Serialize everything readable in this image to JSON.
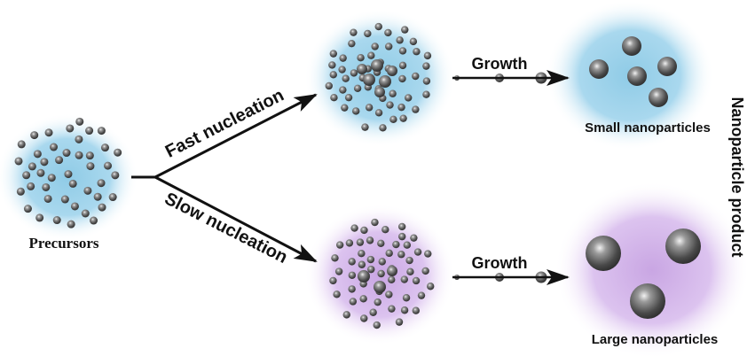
{
  "labels": {
    "precursors": "Precursors",
    "fast_nucleation": "Fast nucleation",
    "slow_nucleation": "Slow nucleation",
    "growth_top": "Growth",
    "growth_bottom": "Growth",
    "small_nanoparticles": "Small nanoparticles",
    "large_nanoparticles": "Large nanoparticles",
    "nanoparticle_product": "Nanoparticle product"
  },
  "colors": {
    "blue_cloud": "#8fcbe6",
    "purple_cloud": "#c9a6e3",
    "particle": "#5a5a5a",
    "arrow": "#111111"
  }
}
